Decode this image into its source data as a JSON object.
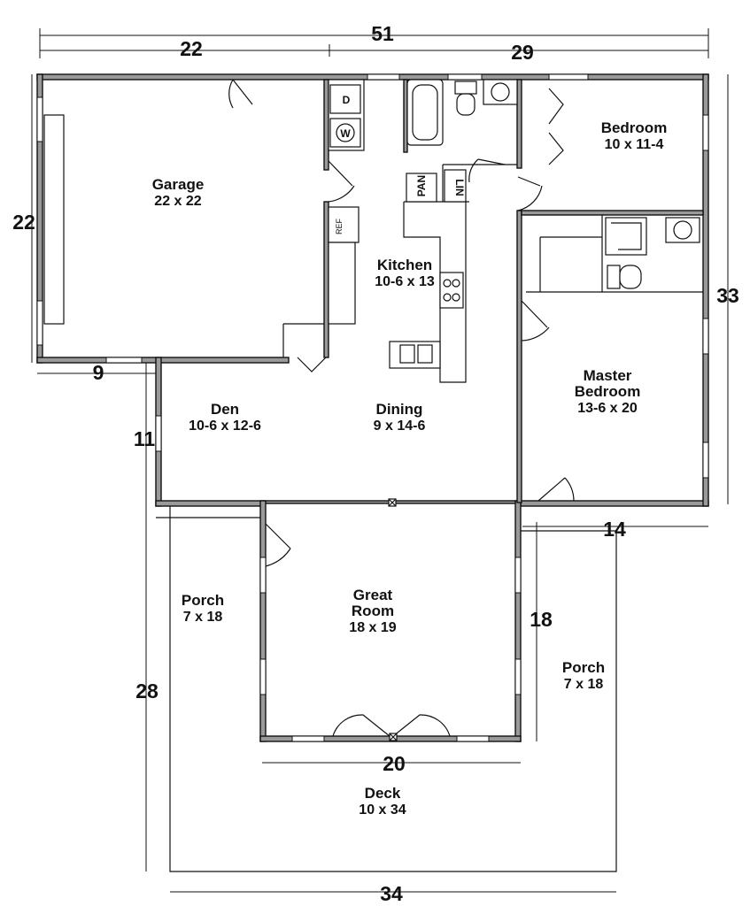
{
  "rooms": {
    "garage": {
      "name": "Garage",
      "size": "22 x 22"
    },
    "bedroom": {
      "name": "Bedroom",
      "size": "10 x 11-4"
    },
    "kitchen": {
      "name": "Kitchen",
      "size": "10-6 x 13"
    },
    "master": {
      "line1": "Master",
      "line2": "Bedroom",
      "size": "13-6 x 20"
    },
    "den": {
      "name": "Den",
      "size": "10-6 x 12-6"
    },
    "dining": {
      "name": "Dining",
      "size": "9 x 14-6"
    },
    "great": {
      "line1": "Great",
      "line2": "Room",
      "size": "18 x 19"
    },
    "porch_left": {
      "name": "Porch",
      "size": "7 x 18"
    },
    "porch_right": {
      "name": "Porch",
      "size": "7 x 18"
    },
    "deck": {
      "name": "Deck",
      "size": "10 x 34"
    }
  },
  "fixtures": {
    "dryer": "D",
    "washer": "W",
    "pantry": "PAN",
    "linen": "LIN",
    "fridge": "REF"
  },
  "dimensions": {
    "overall_width": "51",
    "garage_width": "22",
    "house_width": "29",
    "garage_depth": "22",
    "house_depth": "33",
    "den_offset": "9",
    "den_depth": "11",
    "right_width": "14",
    "great_room_depth": "18",
    "porch_depth": "28",
    "great_room_width": "20",
    "deck_width": "34"
  }
}
